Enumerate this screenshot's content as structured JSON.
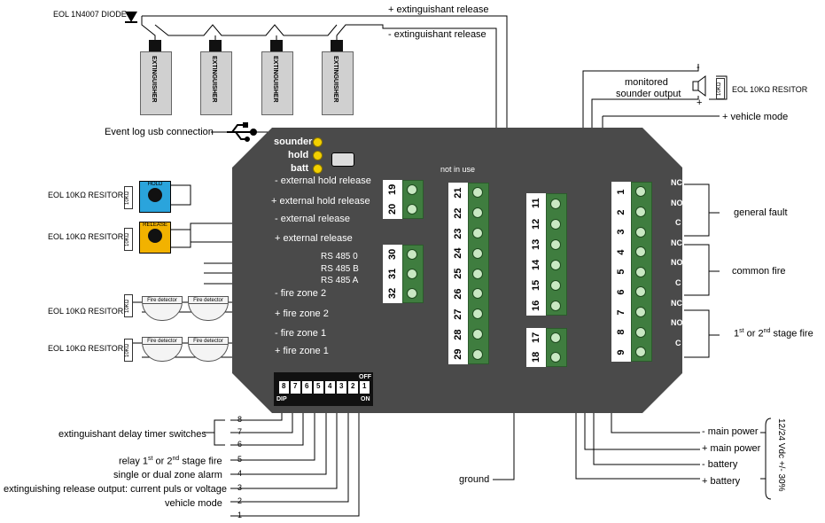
{
  "top": {
    "diode_label": "EOL 1N4007 DIODE",
    "extinguisher_label": "EXTINGUISHER",
    "plus_release": "+ extinguishant release",
    "minus_release": "- extinguishant release"
  },
  "usb_label": "Event log usb connection",
  "leds": {
    "sounder": "sounder",
    "hold": "hold",
    "batt": "batt"
  },
  "sounder": {
    "minus": "-",
    "line1": "monitored",
    "line2": "sounder output",
    "plus": "+",
    "resistor_text": "10KΩ",
    "eol_label": "EOL 10KΩ RESITOR"
  },
  "vehicle_mode_right": "+ vehicle mode",
  "left": {
    "eol_hold": "EOL 10KΩ RESITOR",
    "hold_btn": "HOLD",
    "eol_release": "EOL 10KΩ RESITOR",
    "release_btn": "RELEASE",
    "eol_zone2": "EOL 10KΩ RESITOR",
    "eol_zone1": "EOL 10KΩ RESITOR",
    "detector": "Fire detector",
    "resistor_text": "10KΩ"
  },
  "panel_labels": {
    "ext_hold_minus": "- external hold release",
    "ext_hold_plus": "+ external hold release",
    "ext_release_minus": "- external release",
    "ext_release_plus": "+ external release",
    "rs485_0": "RS 485 0",
    "rs485_b": "RS 485 B",
    "rs485_a": "RS 485 A",
    "zone2_minus": "-  fire zone 2",
    "zone2_plus": "+ fire zone 2",
    "zone1_minus": "-  fire zone 1",
    "zone1_plus": "+ fire zone 1",
    "not_in_use": "not in use"
  },
  "terminals": {
    "t19_20": [
      "19",
      "20"
    ],
    "t30_32": [
      "30",
      "31",
      "32"
    ],
    "t21_29": [
      "21",
      "22",
      "23",
      "24",
      "25",
      "26",
      "27",
      "28",
      "29"
    ],
    "t11_16": [
      "11",
      "12",
      "13",
      "14",
      "15",
      "16"
    ],
    "t17_18": [
      "17",
      "18"
    ],
    "t1_9": [
      "1",
      "2",
      "3",
      "4",
      "5",
      "6",
      "7",
      "8",
      "9"
    ],
    "relay_labels": [
      "NC",
      "NO",
      "C",
      "NC",
      "NO",
      "C",
      "NC",
      "NO",
      "C"
    ]
  },
  "relay_groups": {
    "general_fault": "general fault",
    "common_fire": "common fire",
    "stage_fire_prefix": "1",
    "stage_fire_sup1": "st",
    "stage_fire_mid": " or 2",
    "stage_fire_sup2": "nd",
    "stage_fire_suffix": " stage fire"
  },
  "power": {
    "main_minus": "- main power",
    "main_plus": "+ main power",
    "batt_minus": "- battery",
    "batt_plus": "+ battery",
    "supply": "12/24 Vdc +/- 30%"
  },
  "ground": "ground",
  "dip": {
    "numbers": [
      "8",
      "7",
      "6",
      "5",
      "4",
      "3",
      "2",
      "1"
    ],
    "off": "OFF",
    "dip": "DIP",
    "on": "ON"
  },
  "dip_legend": {
    "delay": "extinguishant delay timer switches",
    "relay_pre": "relay 1",
    "relay_sup1": "st",
    "relay_mid": " or 2",
    "relay_sup2": "nd",
    "relay_post": " stage fire",
    "single_dual": "single or dual zone alarm",
    "release_output": "extinguishing release output: current puls or voltage",
    "vehicle": "vehicle mode",
    "nums": [
      "8",
      "7",
      "6",
      "5",
      "4",
      "3",
      "2",
      "1"
    ]
  },
  "colors": {
    "panel": "#4a4a4a",
    "terminal_green": "#3f7d3f",
    "hold_button": "#2aa4dc",
    "release_button": "#f2b200",
    "led": "#f2d000"
  }
}
